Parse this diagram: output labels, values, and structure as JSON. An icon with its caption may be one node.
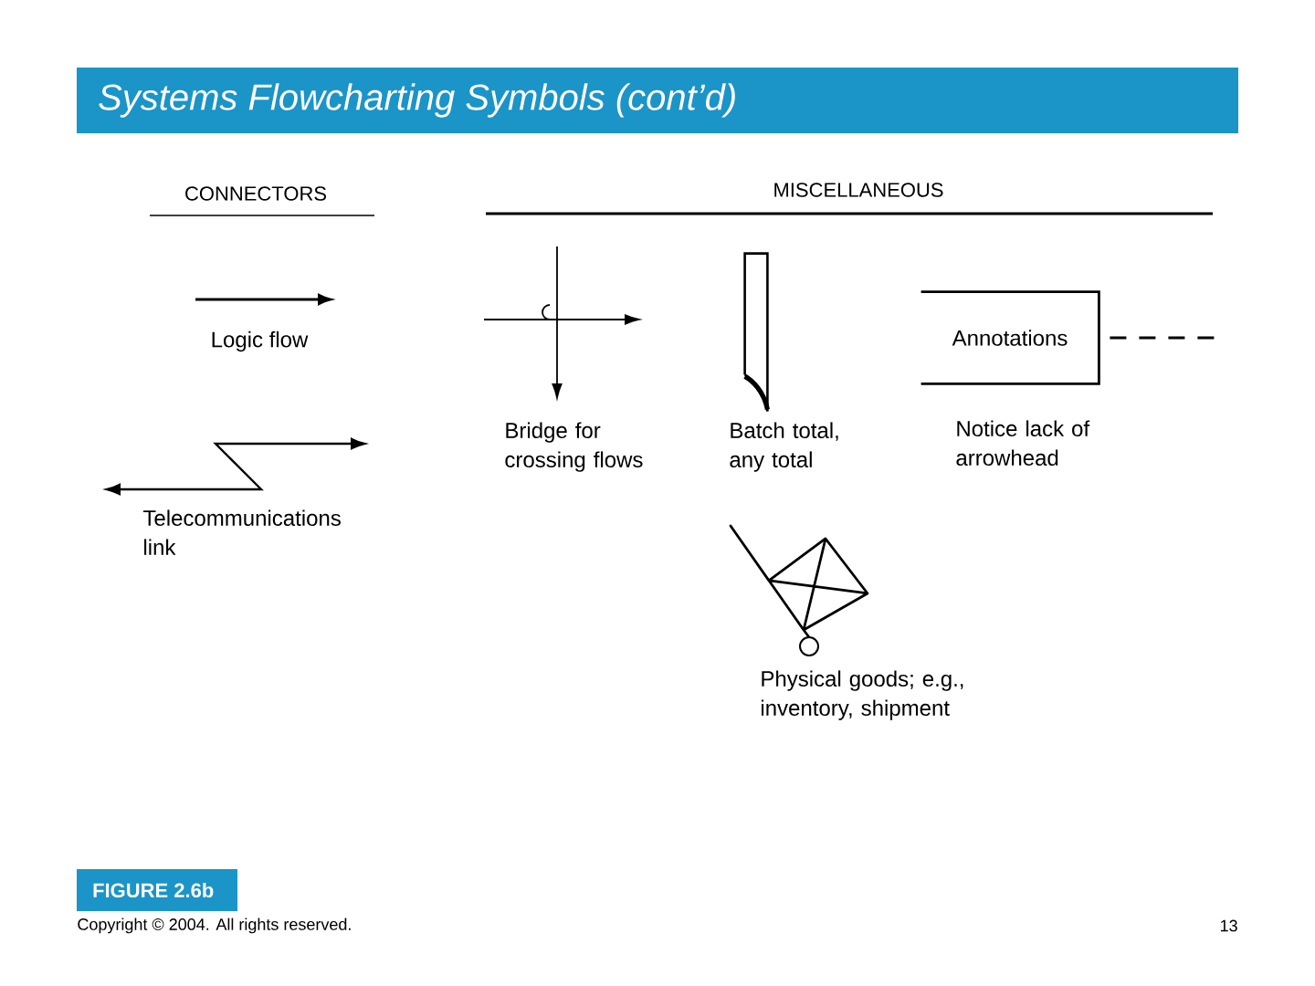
{
  "diagram": {
    "title": "Systems Flowcharting Symbols (cont’d)",
    "caption": "FIGURE 2.6b",
    "nodes": [
      {
        "text": [],
        "shape": "box",
        "beside": [
          "Batch total, any total"
        ]
      },
      {
        "text": [
          "Annotations"
        ]
      },
      {
        "text": [],
        "shape": "picture",
        "beside": [
          "Physical goods; e.g., inventory, shipment"
        ]
      }
    ],
    "edges": [
      {
        "from": null,
        "to": 1,
        "arrow": "none",
        "style": "dashed"
      }
    ],
    "labels": [
      "CONNECTORS",
      "MISCELLANEOUS",
      "Logic flow",
      "Bridge for crossing flows",
      "Notice lack of arrowhead",
      "Telecommunications link",
      "Copyright © 2004. All rights reserved.",
      "13"
    ]
  }
}
